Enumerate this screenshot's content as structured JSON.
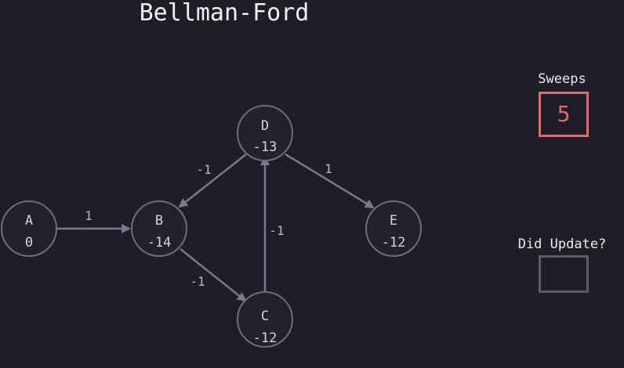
{
  "title": "Bellman-Ford",
  "nodes": [
    {
      "id": "A",
      "name": "A",
      "distance": "0"
    },
    {
      "id": "B",
      "name": "B",
      "distance": "-14"
    },
    {
      "id": "C",
      "name": "C",
      "distance": "-12"
    },
    {
      "id": "D",
      "name": "D",
      "distance": "-13"
    },
    {
      "id": "E",
      "name": "E",
      "distance": "-12"
    }
  ],
  "edges": [
    {
      "from": "A",
      "to": "B",
      "weight": "1"
    },
    {
      "from": "D",
      "to": "B",
      "weight": "-1"
    },
    {
      "from": "B",
      "to": "C",
      "weight": "-1"
    },
    {
      "from": "C",
      "to": "D",
      "weight": "-1"
    },
    {
      "from": "D",
      "to": "E",
      "weight": "1"
    }
  ],
  "sweeps": {
    "label": "Sweeps",
    "value": "5",
    "color": "#e06c67"
  },
  "did_update": {
    "label": "Did Update?",
    "value": ""
  },
  "colors": {
    "background": "#1f1e27",
    "node_stroke": "#6e6c7d",
    "edge": "#7a7890",
    "highlight": "#e06c67"
  }
}
